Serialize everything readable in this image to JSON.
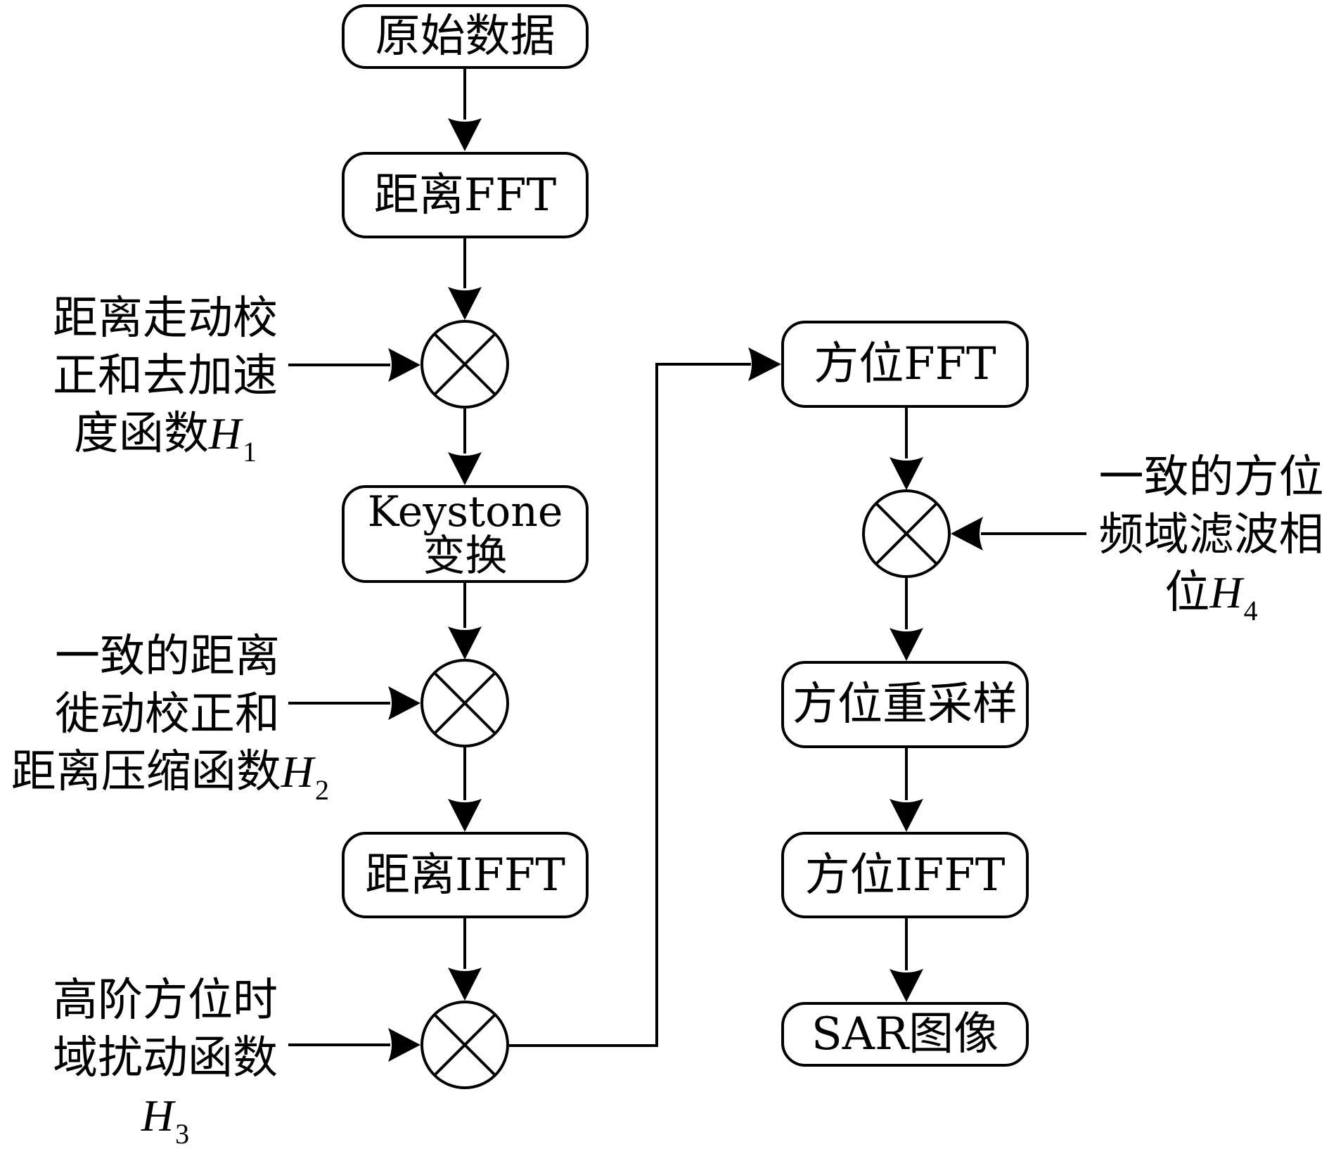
{
  "diagram": {
    "title": "SAR imaging processing flowchart",
    "left_column": {
      "raw_data": "原始数据",
      "range_fft": "距离FFT",
      "keystone_line1": "Keystone",
      "keystone_line2": "变换",
      "range_ifft": "距离IFFT"
    },
    "right_column": {
      "azimuth_fft": "方位FFT",
      "azimuth_resample": "方位重采样",
      "azimuth_ifft": "方位IFFT",
      "sar_image": "SAR图像"
    },
    "inputs": {
      "h1": {
        "lines": [
          "距离走动校",
          "正和去加速",
          "度函数"
        ],
        "symbol": "H",
        "subscript": "1"
      },
      "h2": {
        "lines": [
          "一致的距离",
          "徙动校正和",
          "距离压缩函数"
        ],
        "symbol": "H",
        "subscript": "2"
      },
      "h3": {
        "lines": [
          "高阶方位时",
          "域扰动函数"
        ],
        "symbol": "H",
        "subscript": "3"
      },
      "h4": {
        "lines": [
          "一致的方位",
          "频域滤波相",
          "位"
        ],
        "symbol": "H",
        "subscript": "4"
      }
    },
    "multiplier_symbol": "multiply-circle"
  }
}
